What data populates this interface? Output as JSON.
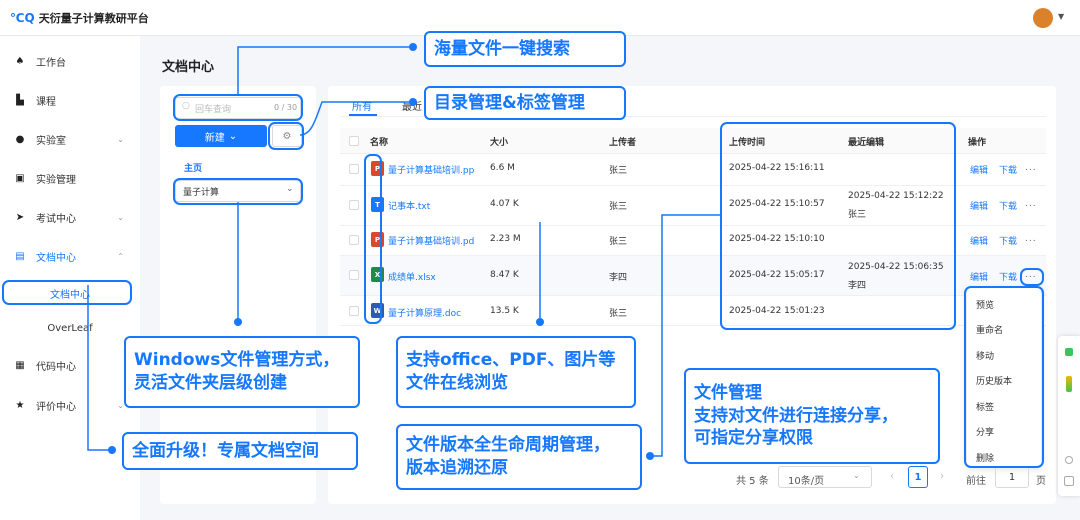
{
  "app": {
    "title": "天衍量子计算教研平台"
  },
  "sidebar": {
    "items": [
      {
        "label": "工作台",
        "icon": "home-icon",
        "glyph": "♠",
        "chev": ""
      },
      {
        "label": "课程",
        "icon": "chart-icon",
        "glyph": "▙",
        "chev": ""
      },
      {
        "label": "实验室",
        "icon": "gauge-icon",
        "glyph": "●",
        "chev": "⌄"
      },
      {
        "label": "实验管理",
        "icon": "board-icon",
        "glyph": "▣",
        "chev": ""
      },
      {
        "label": "考试中心",
        "icon": "send-icon",
        "glyph": "➤",
        "chev": "⌄"
      },
      {
        "label": "文档中心",
        "icon": "folder-icon",
        "glyph": "▤",
        "chev": "⌃"
      },
      {
        "label": "代码中心",
        "icon": "code-icon",
        "glyph": "▦",
        "chev": ""
      },
      {
        "label": "评价中心",
        "icon": "star-icon",
        "glyph": "★",
        "chev": "⌄"
      }
    ],
    "sub_items": [
      "文档中心",
      "OverLeaf"
    ]
  },
  "page": {
    "title": "文档中心"
  },
  "left_panel": {
    "search_placeholder": "回车查询",
    "search_count": "0 / 30",
    "new_button": "新建",
    "home_label": "主页",
    "folder": "量子计算"
  },
  "tabs": [
    "所有",
    "最近"
  ],
  "table": {
    "headers": [
      "名称",
      "大小",
      "上传者",
      "上传时间",
      "最近编辑",
      "操作"
    ],
    "rows": [
      {
        "type": "ppt",
        "icon_label": "P",
        "icon_color": "#d9482b",
        "name": "量子计算基础培训.pp",
        "size": "6.6 M",
        "uploader": "张三",
        "upload_time": "2025-04-22 15:16:11",
        "edit_time": "",
        "editor": ""
      },
      {
        "type": "txt",
        "icon_label": "T",
        "icon_color": "#1677ff",
        "name": "记事本.txt",
        "size": "4.07 K",
        "uploader": "张三",
        "upload_time": "2025-04-22 15:10:57",
        "edit_time": "2025-04-22 15:12:22",
        "editor": "张三"
      },
      {
        "type": "pdf",
        "icon_label": "P",
        "icon_color": "#d9482b",
        "name": "量子计算基础培训.pd",
        "size": "2.23 M",
        "uploader": "张三",
        "upload_time": "2025-04-22 15:10:10",
        "edit_time": "",
        "editor": ""
      },
      {
        "type": "xlsx",
        "icon_label": "X",
        "icon_color": "#1e8a4c",
        "name": "成绩单.xlsx",
        "size": "8.47 K",
        "uploader": "李四",
        "upload_time": "2025-04-22 15:05:17",
        "edit_time": "2025-04-22 15:06:35",
        "editor": "李四"
      },
      {
        "type": "doc",
        "icon_label": "W",
        "icon_color": "#2b5cb8",
        "name": "量子计算原理.doc",
        "size": "13.5 K",
        "uploader": "张三",
        "upload_time": "2025-04-22 15:01:23",
        "edit_time": "",
        "editor": ""
      }
    ],
    "actions": {
      "edit": "编辑",
      "download": "下载",
      "more": "..."
    }
  },
  "context_menu": [
    "预览",
    "重命名",
    "移动",
    "历史版本",
    "标签",
    "分享",
    "删除"
  ],
  "pagination": {
    "total": "共 5 条",
    "page_size": "10条/页",
    "current": "1",
    "goto": "前往",
    "goto_value": "1",
    "page_suffix": "页"
  },
  "callouts": {
    "search": "海量文件一键搜索",
    "directory": "目录管理&标签管理",
    "windows_1": "Windows文件管理方式，",
    "windows_2": "灵活文件夹层级创建",
    "browse_1": "支持office、PDF、图片等",
    "browse_2": "文件在线浏览",
    "upgrade": "全面升级！专属文档空间",
    "version_1": "文件版本全生命周期管理，",
    "version_2": "版本追溯还原",
    "manage_1": "文件管理",
    "manage_2": "支持对文件进行连接分享，",
    "manage_3": "可指定分享权限"
  },
  "colors": {
    "accent": "#1677ff"
  }
}
